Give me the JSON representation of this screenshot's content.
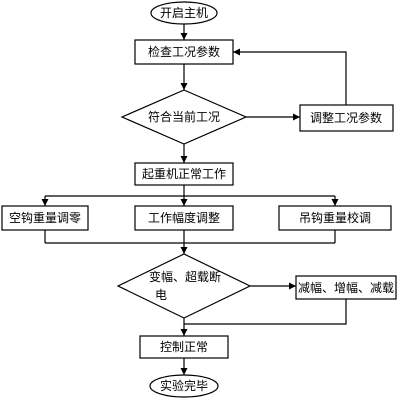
{
  "nodes": {
    "start": "开启主机",
    "check_params": "检查工况参数",
    "decision_conditions": "符合当前工况",
    "adjust_params": "调整工况参数",
    "crane_normal": "起重机正常工作",
    "hook_zero": "空钩重量调零",
    "radius_adjust": "工作幅度调整",
    "hook_calibrate": "吊钩重量校调",
    "decision_cutoff": [
      "变幅、超载断",
      "电"
    ],
    "reduce_actions": "减幅、增幅、减载",
    "control_normal": "控制正常",
    "end": "实验完毕"
  }
}
